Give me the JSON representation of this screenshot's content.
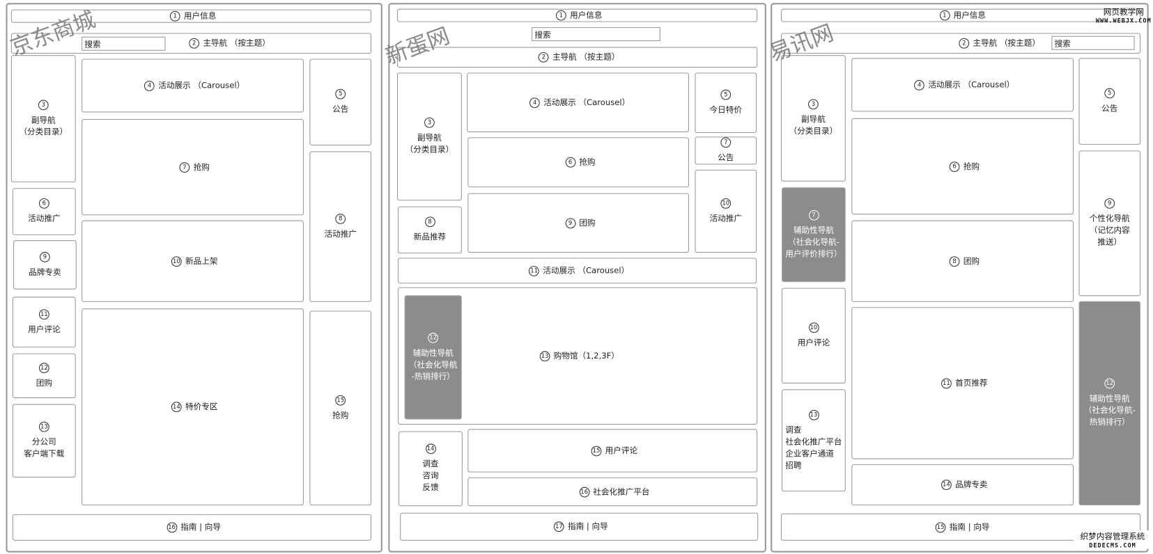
{
  "p1": {
    "watermark": "京东商城",
    "search": "搜索",
    "b1": {
      "n": "1",
      "t": "用户信息"
    },
    "b2": {
      "n": "2",
      "t": "主导航 （按主题）"
    },
    "b3": {
      "n": "3",
      "t": "副导航\n（分类目录）"
    },
    "b4": {
      "n": "4",
      "t": "活动展示 （Carousel）"
    },
    "b5": {
      "n": "5",
      "t": "公告"
    },
    "b6": {
      "n": "6",
      "t": "活动推广"
    },
    "b7": {
      "n": "7",
      "t": "抢购"
    },
    "b8": {
      "n": "8",
      "t": "活动推广"
    },
    "b9": {
      "n": "9",
      "t": "品牌专卖"
    },
    "b10": {
      "n": "10",
      "t": "新品上架"
    },
    "b11": {
      "n": "11",
      "t": "用户评论"
    },
    "b12": {
      "n": "12",
      "t": "团购"
    },
    "b13": {
      "n": "13",
      "t": "分公司\n客户端下载"
    },
    "b14": {
      "n": "14",
      "t": "特价专区"
    },
    "b15": {
      "n": "15",
      "t": "抢购"
    },
    "b16": {
      "n": "16",
      "t": "指南 | 向导"
    }
  },
  "p2": {
    "watermark": "新蛋网",
    "search": "搜索",
    "b1": {
      "n": "1",
      "t": "用户信息"
    },
    "b2": {
      "n": "2",
      "t": "主导航 （按主题）"
    },
    "b3": {
      "n": "3",
      "t": "副导航\n（分类目录）"
    },
    "b4": {
      "n": "4",
      "t": "活动展示 （Carousel）"
    },
    "b5": {
      "n": "5",
      "t": "今日特价"
    },
    "b6": {
      "n": "6",
      "t": "抢购"
    },
    "b7": {
      "n": "7",
      "t": "公告"
    },
    "b8": {
      "n": "8",
      "t": "新品推荐"
    },
    "b9": {
      "n": "9",
      "t": "团购"
    },
    "b10": {
      "n": "10",
      "t": "活动推广"
    },
    "b11": {
      "n": "11",
      "t": "活动展示 （Carousel）"
    },
    "b12": {
      "n": "12",
      "t": "辅助性导航\n（社会化导航\n-热销排行）"
    },
    "b13": {
      "n": "13",
      "t": "购物馆（1,2,3F）"
    },
    "b14": {
      "n": "14",
      "t": "调查\n咨询\n反馈"
    },
    "b15": {
      "n": "15",
      "t": "用户评论"
    },
    "b16": {
      "n": "16",
      "t": "社会化推广平台"
    },
    "b17": {
      "n": "17",
      "t": "指南 | 向导"
    }
  },
  "p3": {
    "watermark": "易讯网",
    "search": "搜索",
    "b1": {
      "n": "1",
      "t": "用户信息"
    },
    "b2": {
      "n": "2",
      "t": "主导航 （按主题）"
    },
    "b3": {
      "n": "3",
      "t": "副导航\n（分类目录）"
    },
    "b4": {
      "n": "4",
      "t": "活动展示 （Carousel）"
    },
    "b5": {
      "n": "5",
      "t": "公告"
    },
    "b6": {
      "n": "6",
      "t": "抢购"
    },
    "b7": {
      "n": "7",
      "t": "辅助性导航\n（社会化导航-\n用户评价排行）"
    },
    "b8": {
      "n": "8",
      "t": "团购"
    },
    "b9": {
      "n": "9",
      "t": "个性化导航\n（记忆内容\n推送）"
    },
    "b10": {
      "n": "10",
      "t": "用户评论"
    },
    "b11": {
      "n": "11",
      "t": "首页推荐"
    },
    "b12": {
      "n": "12",
      "t": "辅助性导航\n（社会化导航-\n热销排行）"
    },
    "b13": {
      "n": "13",
      "t": "调查\n社会化推广平台\n企业客户通道\n招聘"
    },
    "b14": {
      "n": "14",
      "t": "品牌专卖"
    },
    "b15": {
      "n": "15",
      "t": "指南 | 向导"
    }
  },
  "logos": {
    "top": "网页教学网",
    "top_url": "WWW.WEBJX.COM",
    "bottom": "织梦内容管理系统",
    "bottom_url": "DEDECMS.COM"
  }
}
